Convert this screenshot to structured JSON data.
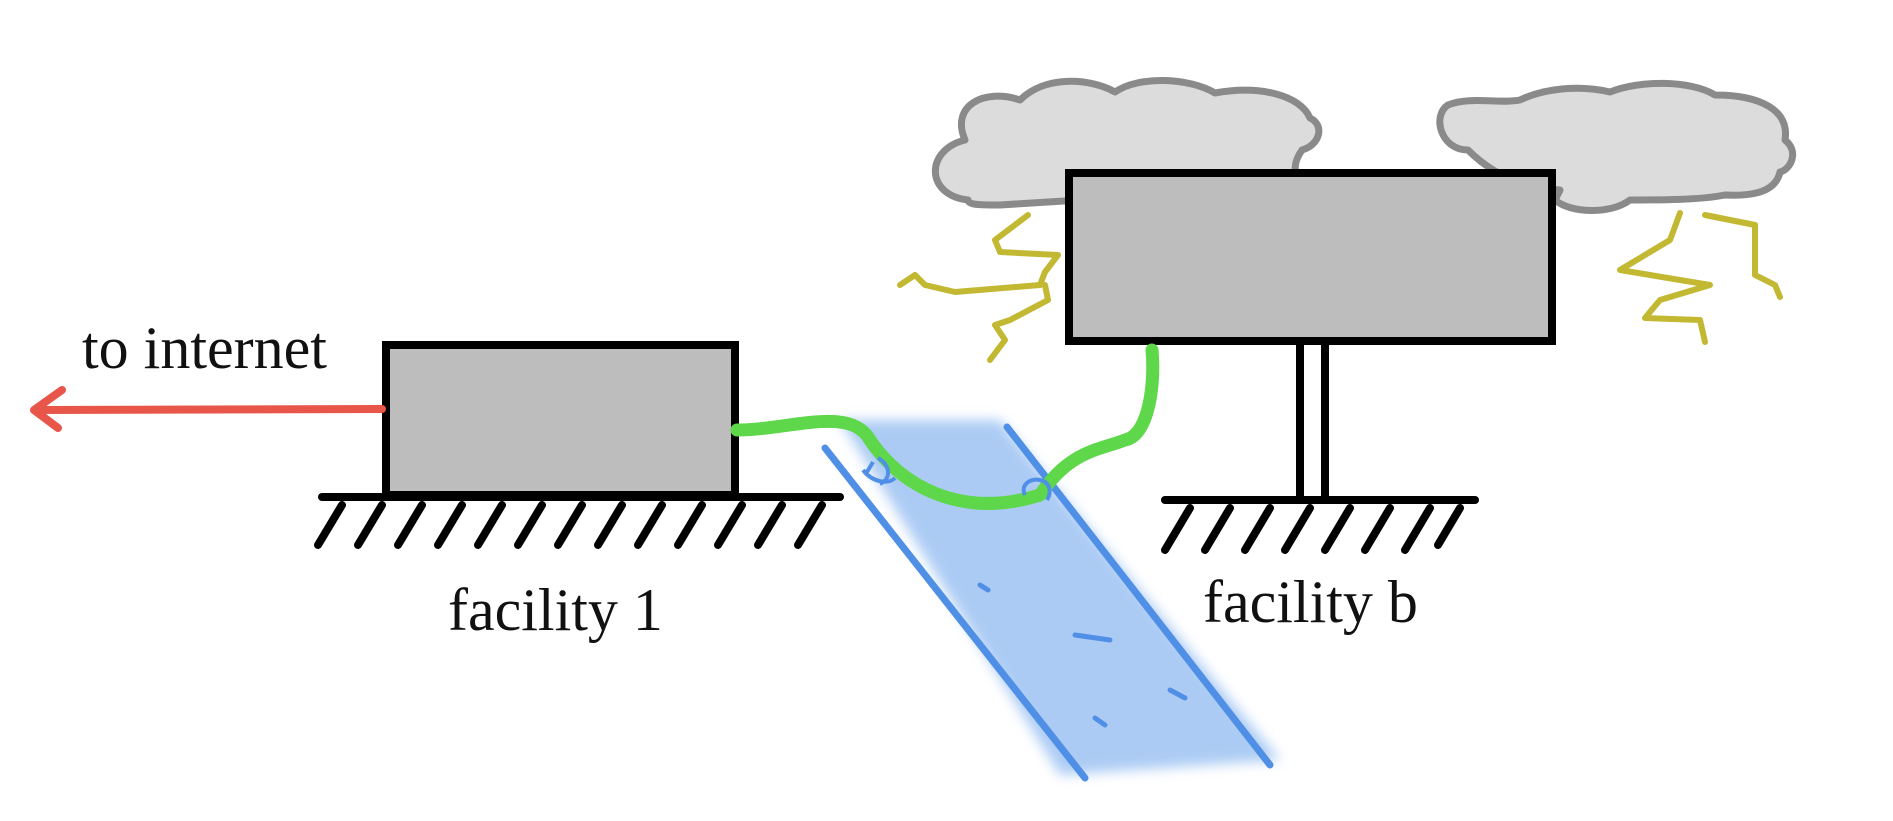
{
  "labels": {
    "internet": "to internet",
    "facility_left": "facility 1",
    "facility_right": "facility b"
  },
  "colors": {
    "arrow": "#e8564a",
    "cable": "#5ed74a",
    "river_fill": "#9ec3f3",
    "river_edge": "#4f8fe6",
    "building_fill": "#bdbdbd",
    "building_stroke": "#000000",
    "cloud_fill": "#dcdcdc",
    "cloud_stroke": "#8a8a8a",
    "lightning": "#c2b832",
    "ground": "#000000"
  },
  "icons": {
    "arrow": "left-arrow-icon",
    "cloud": "storm-cloud-icon",
    "lightning": "lightning-icon",
    "connector": "cable-connector-icon"
  }
}
